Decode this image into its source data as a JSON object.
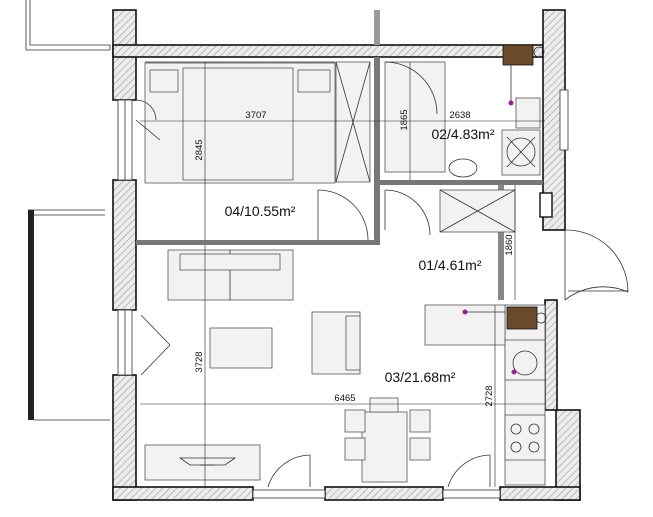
{
  "rooms": [
    {
      "id": "04",
      "label": "04/10.55m²"
    },
    {
      "id": "02",
      "label": "02/4.83m²"
    },
    {
      "id": "01",
      "label": "01/4.61m²"
    },
    {
      "id": "03",
      "label": "03/21.68m²"
    }
  ],
  "dimensions": {
    "bedroom_width": "3707",
    "bedroom_depth": "2845",
    "bath_depth": "1865",
    "bath_width": "2638",
    "hall_depth": "1860",
    "living_depth": "3728",
    "living_width": "6465",
    "kitchen_depth": "2728"
  }
}
